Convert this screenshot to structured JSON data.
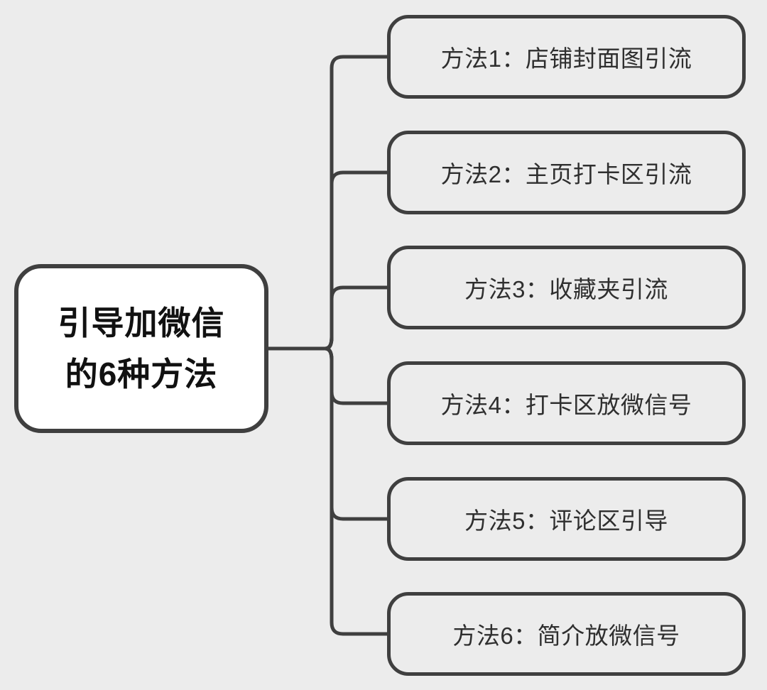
{
  "root": {
    "line1": "引导加微信",
    "line2": "的6种方法"
  },
  "branches": [
    {
      "label": "方法1：店铺封面图引流"
    },
    {
      "label": "方法2：主页打卡区引流"
    },
    {
      "label": "方法3：收藏夹引流"
    },
    {
      "label": "方法4：打卡区放微信号"
    },
    {
      "label": "方法5：评论区引导"
    },
    {
      "label": "方法6：简介放微信号"
    }
  ],
  "colors": {
    "background": "#ececec",
    "line": "#3f3f3f",
    "root_fill": "#ffffff",
    "root_text": "#111111",
    "branch_text": "#2f2f2f"
  }
}
